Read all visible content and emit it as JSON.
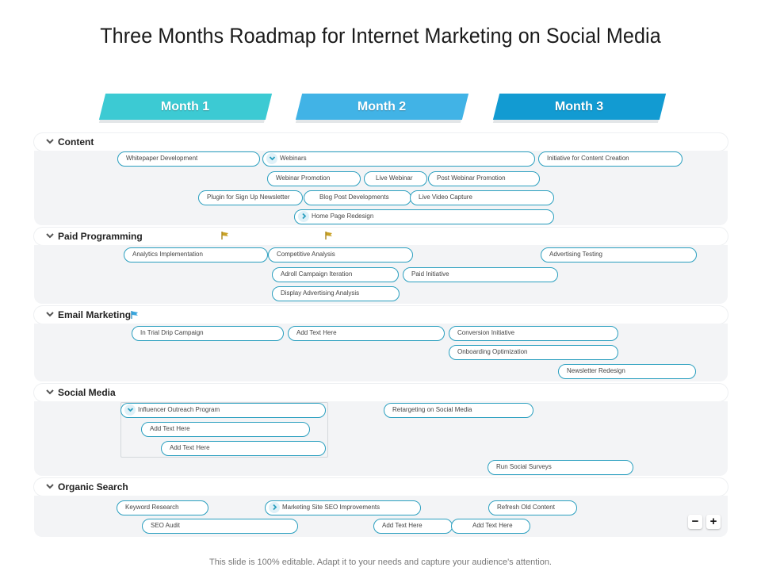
{
  "title": "Three Months Roadmap for Internet Marketing on Social Media",
  "months": [
    "Month 1",
    "Month 2",
    "Month 3"
  ],
  "sections": {
    "content": {
      "title": "Content",
      "items": [
        "Whitepaper Development",
        "Webinars",
        "Initiative for Content Creation",
        "Webinar Promotion",
        "Live Webinar",
        "Post Webinar Promotion",
        "Plugin for Sign Up Newsletter",
        "Blog Post Developments",
        "Live Video Capture",
        "Home Page Redesign"
      ]
    },
    "paid": {
      "title": "Paid Programming",
      "items": [
        "Analytics Implementation",
        "Competitive Analysis",
        "Advertising Testing",
        "Adroll Campaign Iteration",
        "Paid Initiative",
        "Display Advertising Analysis"
      ]
    },
    "email": {
      "title": "Email Marketing",
      "items": [
        "In Trial Drip Campaign",
        "Add Text Here",
        "Conversion Initiative",
        "Onboarding Optimization",
        "Newsletter Redesign"
      ]
    },
    "social": {
      "title": "Social Media",
      "items": [
        "Influencer Outreach Program",
        "Retargeting on Social Media",
        "Add Text Here",
        "Add Text Here",
        "Run Social Surveys"
      ]
    },
    "organic": {
      "title": "Organic Search",
      "items": [
        "Keyword Research",
        "Marketing Site SEO Improvements",
        "Refresh Old Content",
        "SEO Audit",
        "Add Text Here",
        "Add Text Here"
      ]
    }
  },
  "zoom": {
    "minus": "−",
    "plus": "+"
  },
  "footer": "This slide is 100% editable. Adapt it to your needs and capture your audience's attention.",
  "colors": {
    "month1": "#3ccad3",
    "month2": "#41b3e6",
    "month3": "#129bd2",
    "pill_border": "#2a9fbf",
    "flag_gold": "#c9a227",
    "flag_blue": "#3aa6dd"
  }
}
